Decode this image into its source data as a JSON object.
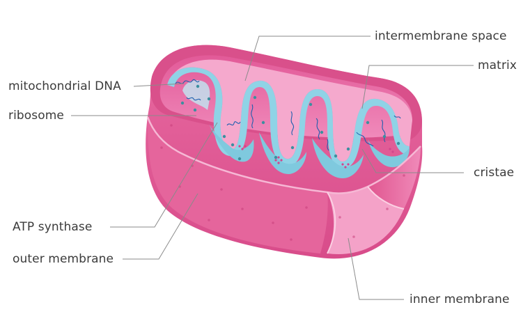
{
  "labels": {
    "intermembrane_space": "intermembrane space",
    "matrix": "matrix",
    "mitochondrial_dna": "mitochondrial DNA",
    "ribosome": "ribosome",
    "cristae": "cristae",
    "atp_synthase": "ATP synthase",
    "outer_membrane": "outer membrane",
    "inner_membrane": "inner membrane"
  },
  "colors": {
    "outer_membrane": "#e0588f",
    "outer_membrane_dark": "#c83a76",
    "interior": "#f07bb0",
    "intermembrane": "#f6b3d2",
    "inner_membrane": "#f7c0da",
    "matrix": "#8fd3e6",
    "matrix_light": "#bfe8f3",
    "dna": "#1f5fae",
    "ribosome": "#3c8f9f",
    "atp_synthase": "#d2468d"
  }
}
